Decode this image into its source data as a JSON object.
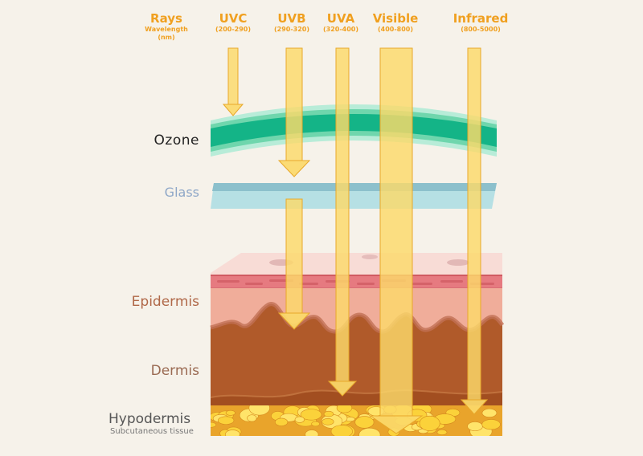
{
  "header": {
    "rays_label": "Rays",
    "rays_sub_line1": "Wavelength",
    "rays_sub_line2": "(nm)",
    "columns": [
      {
        "name": "UVC",
        "range": "(200-290)"
      },
      {
        "name": "UVB",
        "range": "(290-320)"
      },
      {
        "name": "UVA",
        "range": "(320-400)"
      },
      {
        "name": "Visible",
        "range": "(400-800)"
      },
      {
        "name": "Infrared",
        "range": "(800-5000)"
      }
    ]
  },
  "layers": {
    "ozone": "Ozone",
    "glass": "Glass",
    "epidermis": "Epidermis",
    "dermis": "Dermis",
    "hypodermis": "Hypodermis",
    "hypodermis_sub": "Subcutaneous tissue"
  },
  "colors": {
    "header": "#f0a020",
    "ozone_label": "#222222",
    "glass_label": "#8fa8c8",
    "epidermis_label": "#b06848",
    "dermis_label": "#9a6a52",
    "hypodermis_label": "#555555",
    "ray_fill": "#fbd96a",
    "ray_stroke": "#e8a82a"
  }
}
